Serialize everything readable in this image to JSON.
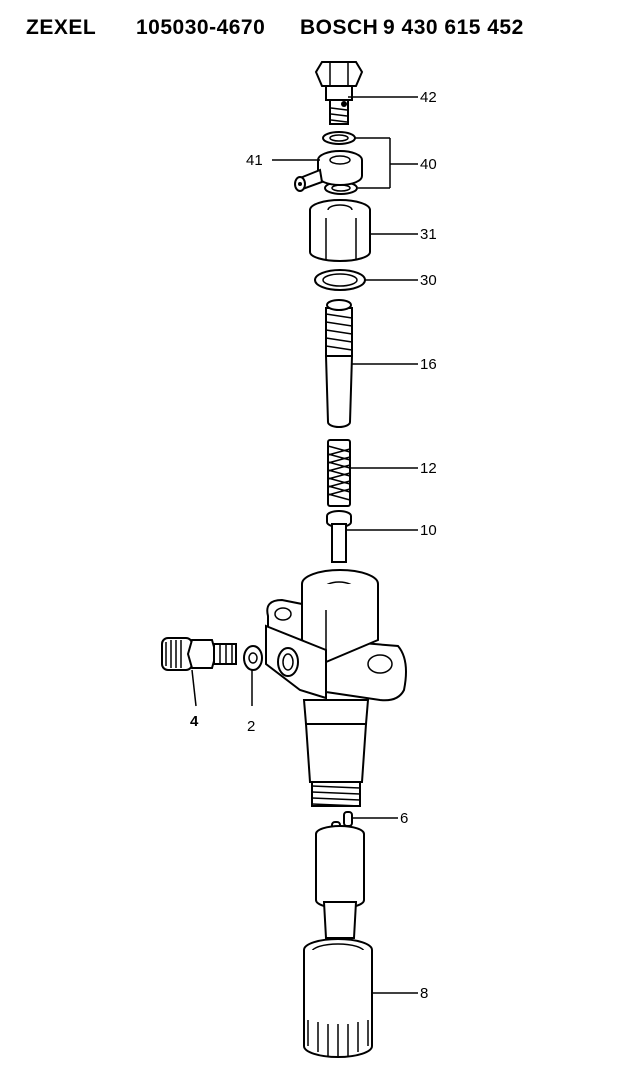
{
  "header": {
    "brand_zexel": "ZEXEL",
    "zexel_number": "105030-4670",
    "brand_bosch": "BOSCH",
    "bosch_number": "9 430 615 452"
  },
  "callouts": {
    "c42": "42",
    "c41": "41",
    "c40": "40",
    "c31": "31",
    "c30": "30",
    "c16": "16",
    "c12": "12",
    "c10": "10",
    "c4": "4",
    "c2": "2",
    "c6": "6",
    "c8": "8"
  }
}
